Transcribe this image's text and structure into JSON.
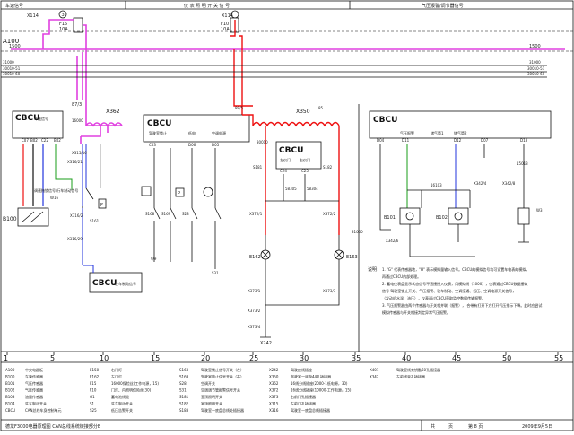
{
  "header": {
    "section1": "车速信号",
    "section2": "仪 表 照 明 开 关 信 号",
    "section3": "气压报警/调节器信号"
  },
  "rails": {
    "a100": "A100",
    "r1": "1500",
    "r1b": "1500",
    "r2": "31000",
    "r3": "30010-51",
    "r4": "30010-60",
    "r2b": "31000",
    "r3b": "30010-51",
    "r4b": "30010-60"
  },
  "fuses": {
    "f1_node": "X114",
    "f1_pin": "3",
    "f1_name": "F15",
    "f1_amp": "10A",
    "f2_node": "X114",
    "f2_name": "F10",
    "f2_amp": "10A"
  },
  "connectors": {
    "x362": "X362",
    "x350": "X350",
    "x315": "X315/16",
    "x316a": "X316/21",
    "x316b": "X316/29",
    "x316c": "X316/2",
    "x372a": "X372/1",
    "x372b": "X372/2",
    "x373a": "X373/1",
    "x373b": "X373/2",
    "x373c": "X373/3",
    "x373d": "X373/4",
    "x242": "X242",
    "x342": "X342/4",
    "x342b": "X342/8",
    "x342c": "X342/6"
  },
  "cbcu": {
    "label": "CBCU",
    "m1_sub": "车速信号",
    "m1_pins": [
      "C07",
      "B02",
      "C22",
      "B02"
    ],
    "m2_sub": "驾驶室锁止",
    "m2_pins": [
      "C03",
      "D06",
      "D05"
    ],
    "m2_hdr": [
      "驾驶室锁止",
      "低电",
      "空调电源"
    ],
    "m3_pins": [
      "C24",
      "C25"
    ],
    "m3_hdr": [
      "左仪门",
      "右仪门"
    ],
    "m4_pins": [
      "D04",
      "D11",
      "D12",
      "D07",
      "D13"
    ],
    "m4_hdr": [
      "气压报警",
      "储气筒1",
      "储气筒2"
    ],
    "bottom_label": "CBCU",
    "bottom_sub": "驻车制动信号"
  },
  "components": {
    "b100": "B100",
    "b101": "B101",
    "b102": "B102",
    "e162": "E162",
    "e174": "E163",
    "s168": "S168",
    "s169": "S169",
    "s28": "S28",
    "s31": "S31",
    "s181": "S181",
    "s182": "S182",
    "p": "P",
    "note_left": "调速拖锁信号/行车制动信号",
    "w16": "W16",
    "w3": "W3",
    "ss1": "S161"
  },
  "wires": {
    "w_16000": "16000",
    "w_16190": "16190",
    "w_16101": "16101",
    "w_16126": "16126",
    "w_30010": "30010",
    "w_58305": "58305",
    "w_58304": "58304",
    "w_31000": "31000",
    "w_15013": "15013",
    "w_16103": "16103",
    "w_85": "85",
    "w_89": "89/5",
    "w_87": "87/3",
    "w_9": "9/9"
  },
  "notes": {
    "title": "说明：",
    "lines": [
      "1. \"G\" 代表传感器地，\"H\" 表示模拟量输入信号。CBCU的模拟信号均可设置车电表的模拟，",
      "再通过CBCU内部处理。",
      "2. 蓄电仪表盘显示状态信号不直接接入仪表，用模拟线（1000），仪表通过CBCU数据接收",
      "信号 驾驶室锁止开关、气压报警、驻车制动、空调接通、低压、空调电源开关信号，",
      "（发动机水温、油压），仪表通过CBCU获取监控数据传输报警。",
      "3. 气压报警器由两个传感器与开关相并联（报警）， 合带有打开下方打开气压指示下降。此时应尝试",
      "模拟传感器与开关相接判定异常气压报警。"
    ]
  },
  "ruler": {
    "ticks": [
      "1",
      "5",
      "10",
      "15",
      "20",
      "25",
      "30",
      "35",
      "40",
      "45",
      "50",
      "55"
    ]
  },
  "legend": {
    "col1": [
      [
        "A100",
        "中央电器板"
      ],
      [
        "B100",
        "车速传感器"
      ],
      [
        "B101",
        "气压传感器"
      ],
      [
        "B102",
        "气压传感器"
      ],
      [
        "B103",
        "油量传感器"
      ],
      [
        "B104",
        "驻车制动开关"
      ],
      [
        "CBCU",
        "CAN总线车身控制单元"
      ]
    ],
    "col2": [
      [
        "E150",
        "右门灯"
      ],
      [
        "E162",
        "左门灯"
      ],
      [
        "F15",
        "16000保险丝(工作电源，15)"
      ],
      [
        "F10",
        "门灯、内照明保险丝(30)"
      ],
      [
        "G1",
        "蓄电池线缆"
      ],
      [
        "S1",
        "驻车制动开关"
      ],
      [
        "S25",
        "低压告警开关"
      ]
    ],
    "col3": [
      [
        "S168",
        "驾驶室锁止信号开关（左）"
      ],
      [
        "S169",
        "驾驶室锁止信号开关（右）"
      ],
      [
        "S28",
        "空调开关"
      ],
      [
        "S31",
        "空调调节管报警信号开关"
      ],
      [
        "S181",
        "室顶照明开关"
      ],
      [
        "S182",
        "室顶照明开关"
      ],
      [
        "S183",
        "驾驶室一底盘总线处插接器"
      ]
    ],
    "col4": [
      [
        "X242",
        "驾驶座线插座"
      ],
      [
        "X350",
        "驾驶室一底盘44孔插接器"
      ],
      [
        "X362",
        "16线分线插座(2000-1低电源，30)"
      ],
      [
        "X372",
        "16线分线插座(10000-工作电源，15)"
      ],
      [
        "X373",
        "右前门孔插接器"
      ],
      [
        "X315",
        "左前门孔插接器"
      ],
      [
        "X316",
        "驾驶室—底盘总线插接器"
      ]
    ],
    "col5": [
      [
        "X401",
        "驾驶室线束钥匙60孔插接器"
      ],
      [
        "X342",
        "左前线束孔插接器"
      ]
    ]
  },
  "footer": {
    "title": "德龙F3000电器原理图 CAN总线系统链接部分B",
    "page_label": "共",
    "page_sep": "页",
    "page_num": "第 8 页",
    "date": "2009年9月5日"
  }
}
